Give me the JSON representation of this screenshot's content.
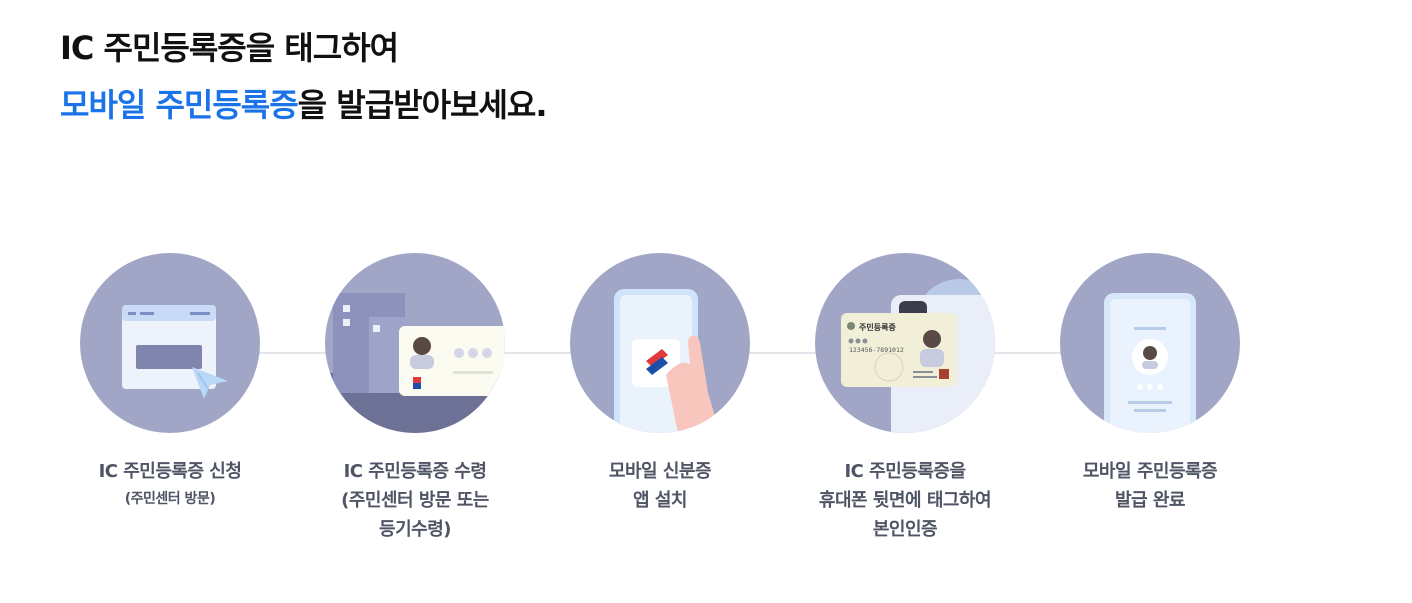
{
  "headline": {
    "line1": "IC 주민등록증을 태그하여",
    "line2_accent": "모바일 주민등록증",
    "line2_rest": "을 발급받아보세요."
  },
  "steps": [
    {
      "icon": "browser-window-icon",
      "caption_lines": [
        "IC 주민등록증 신청"
      ],
      "sub": "(주민센터 방문)"
    },
    {
      "icon": "building-id-card-icon",
      "caption_lines": [
        "IC 주민등록증 수령",
        "(주민센터 방문 또는",
        "등기수령)"
      ]
    },
    {
      "icon": "phone-app-icon",
      "caption_lines": [
        "모바일 신분증",
        "앱 설치"
      ]
    },
    {
      "icon": "nfc-tag-card-icon",
      "caption_lines": [
        "IC 주민등록증을",
        "휴대폰 뒷면에 태그하여",
        "본인인증"
      ]
    },
    {
      "icon": "mobile-id-complete-icon",
      "caption_lines": [
        "모바일 주민등록증",
        "발급 완료"
      ]
    }
  ],
  "id_card": {
    "title": "주민등록증",
    "number": "123456-7891012"
  },
  "colors": {
    "accent": "#1a73e8",
    "circle": "#a1a6c6",
    "caption": "#4f5565"
  }
}
